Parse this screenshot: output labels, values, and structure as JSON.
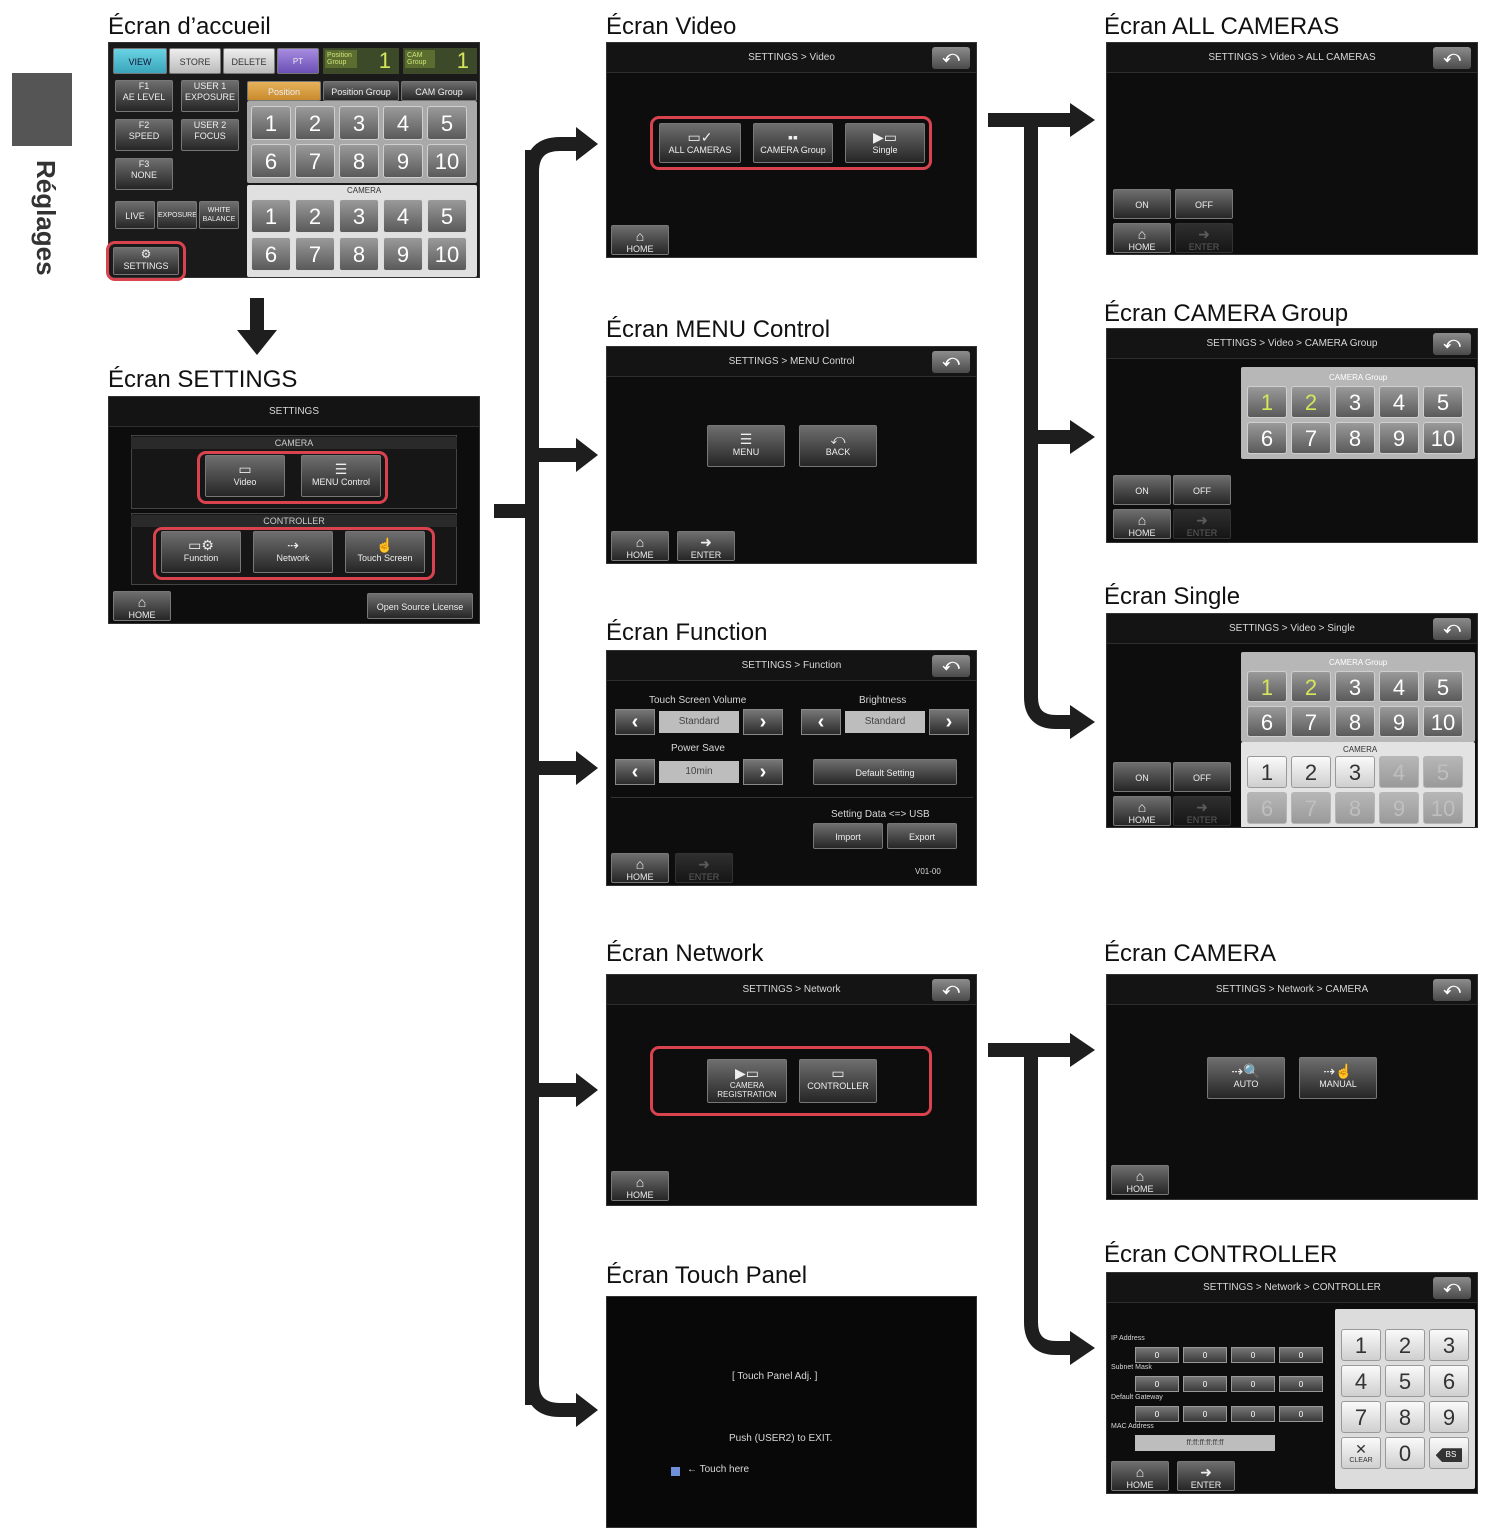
{
  "side_tab": {
    "label": "Réglages"
  },
  "titles": {
    "home": "Écran d’accueil",
    "settings": "Écran SETTINGS",
    "video": "Écran Video",
    "menu_control": "Écran MENU Control",
    "function": "Écran Function",
    "network": "Écran Network",
    "touch_panel": "Écran Touch Panel",
    "all_cameras": "Écran ALL CAMERAS",
    "camera_group": "Écran CAMERA Group",
    "single": "Écran Single",
    "camera": "Écran CAMERA",
    "controller": "Écran CONTROLLER"
  },
  "home_screen": {
    "top_buttons": [
      "VIEW",
      "STORE",
      "DELETE"
    ],
    "pt_active": "PT ACTIVE",
    "position_group_label": "Position Group",
    "position_group_value": "1",
    "cam_group_label": "CAM Group",
    "cam_group_value": "1",
    "f1_label": "F1",
    "f1_value": "AE LEVEL",
    "user1_label": "USER 1",
    "user1_value": "EXPOSURE",
    "f2_label": "F2",
    "f2_value": "SPEED",
    "user2_label": "USER 2",
    "user2_value": "FOCUS",
    "f3_label": "F3",
    "f3_value": "NONE",
    "tabs": [
      "Position",
      "Position Group",
      "CAM Group"
    ],
    "position_keys": [
      "1",
      "2",
      "3",
      "4",
      "5",
      "6",
      "7",
      "8",
      "9",
      "10"
    ],
    "camera_label": "CAMERA",
    "camera_keys": [
      "1",
      "2",
      "3",
      "4",
      "5",
      "6",
      "7",
      "8",
      "9",
      "10"
    ],
    "bottom_buttons": [
      "LIVE",
      "EXPOSURE",
      "WHITE BALANCE"
    ],
    "settings_button": "SETTINGS"
  },
  "settings_screen": {
    "header": "SETTINGS",
    "camera_section": "CAMERA",
    "video": "Video",
    "menu_control": "MENU Control",
    "controller_section": "CONTROLLER",
    "function": "Function",
    "network": "Network",
    "touch_screen": "Touch Screen",
    "home": "HOME",
    "license": "Open Source License"
  },
  "video_screen": {
    "header": "SETTINGS > Video",
    "all_cameras": "ALL CAMERAS",
    "camera_group": "CAMERA Group",
    "single": "Single",
    "home": "HOME"
  },
  "menu_control_screen": {
    "header": "SETTINGS > MENU Control",
    "menu": "MENU",
    "back": "BACK",
    "home": "HOME",
    "enter": "ENTER"
  },
  "function_screen": {
    "header": "SETTINGS > Function",
    "touch_volume_label": "Touch Screen Volume",
    "touch_volume_value": "Standard",
    "brightness_label": "Brightness",
    "brightness_value": "Standard",
    "power_save_label": "Power Save",
    "power_save_value": "10min",
    "default_setting": "Default Setting",
    "setting_data": "Setting Data <=> USB",
    "import": "Import",
    "export": "Export",
    "home": "HOME",
    "enter": "ENTER",
    "version": "V01-00"
  },
  "network_screen": {
    "header": "SETTINGS > Network",
    "camera_registration": "CAMERA REGISTRATION",
    "controller": "CONTROLLER",
    "home": "HOME"
  },
  "touch_panel_screen": {
    "title_text": "[ Touch Panel Adj. ]",
    "push_text": "Push (USER2) to EXIT.",
    "touch_here": "←  Touch here"
  },
  "all_cameras_screen": {
    "header": "SETTINGS > Video > ALL CAMERAS",
    "on": "ON",
    "off": "OFF",
    "home": "HOME",
    "enter": "ENTER"
  },
  "camera_group_screen": {
    "header": "SETTINGS > Video > CAMERA Group",
    "group_label": "CAMERA Group",
    "keys": [
      "1",
      "2",
      "3",
      "4",
      "5",
      "6",
      "7",
      "8",
      "9",
      "10"
    ],
    "on": "ON",
    "off": "OFF",
    "home": "HOME",
    "enter": "ENTER"
  },
  "single_screen": {
    "header": "SETTINGS > Video > Single",
    "group_label": "CAMERA Group",
    "group_keys": [
      "1",
      "2",
      "3",
      "4",
      "5",
      "6",
      "7",
      "8",
      "9",
      "10"
    ],
    "camera_label": "CAMERA",
    "camera_keys": [
      "1",
      "2",
      "3",
      "4",
      "5",
      "6",
      "7",
      "8",
      "9",
      "10"
    ],
    "on": "ON",
    "off": "OFF",
    "home": "HOME",
    "enter": "ENTER"
  },
  "camera_screen": {
    "header": "SETTINGS > Network > CAMERA",
    "auto": "AUTO",
    "manual": "MANUAL",
    "home": "HOME"
  },
  "controller_screen": {
    "header": "SETTINGS > Network > CONTROLLER",
    "ip_label": "IP Address",
    "subnet_label": "Subnet Mask",
    "gateway_label": "Default Gateway",
    "mac_label": "MAC Address",
    "octet": "0",
    "mac_value": "ff:ff:ff:ff:ff:ff",
    "keypad": [
      "1",
      "2",
      "3",
      "4",
      "5",
      "6",
      "7",
      "8",
      "9"
    ],
    "clear": "CLEAR",
    "zero": "0",
    "bs": "BS",
    "home": "HOME",
    "enter": "ENTER"
  },
  "colors": {
    "highlight": "#d9434f",
    "screen_bg": "#0d0d0d",
    "key_green": "#d6e65a",
    "arrow": "#1e1e1e"
  }
}
